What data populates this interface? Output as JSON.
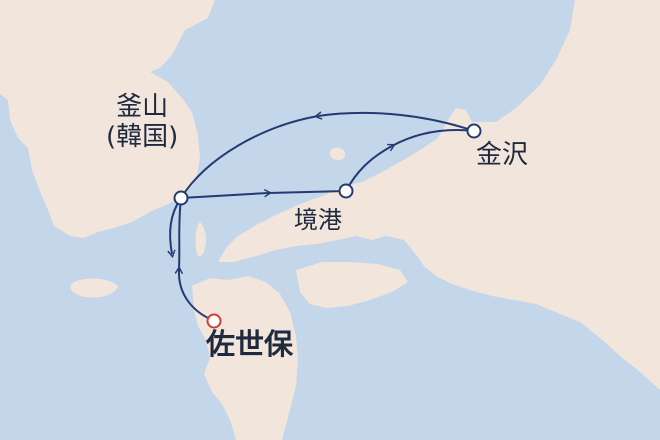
{
  "colors": {
    "sea": "#c4d6e9",
    "land": "#f1e5dc",
    "route": "#243a73",
    "port_fill": "#ffffff",
    "highlight_port": "#d83a3a",
    "text": "#1f2a3f"
  },
  "ports": {
    "busan": {
      "name": "釜山\n(韓国)"
    },
    "sakaiminato": {
      "name": "境港"
    },
    "kanazawa": {
      "name": "金沢"
    },
    "sasebo": {
      "name": "佐世保",
      "highlighted": true
    }
  },
  "route": {
    "order": [
      "sasebo",
      "busan",
      "sakaiminato",
      "kanazawa",
      "busan",
      "sasebo"
    ],
    "legs": [
      {
        "from": "sasebo",
        "to": "busan"
      },
      {
        "from": "busan",
        "to": "sakaiminato"
      },
      {
        "from": "sakaiminato",
        "to": "kanazawa"
      },
      {
        "from": "kanazawa",
        "to": "busan"
      },
      {
        "from": "busan",
        "to": "sasebo"
      }
    ]
  }
}
